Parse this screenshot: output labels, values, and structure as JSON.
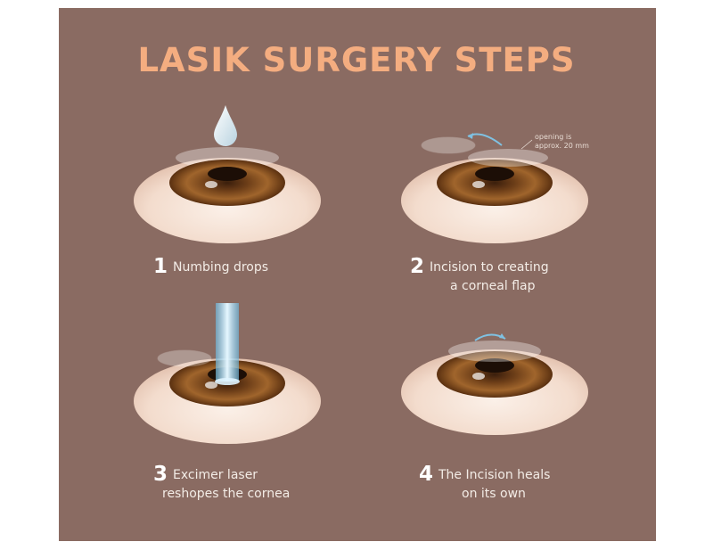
{
  "title": "LASIK SURGERY STEPS",
  "steps": [
    {
      "number": "1",
      "line1": "Numbing drops",
      "line2": ""
    },
    {
      "number": "2",
      "line1": "Incision to creating",
      "line2": "a corneal flap"
    },
    {
      "number": "3",
      "line1": "Excimer laser",
      "line2": "reshopes the cornea"
    },
    {
      "number": "4",
      "line1": "The Incision heals",
      "line2": "on its own"
    }
  ],
  "annotation": {
    "line1": "opening is",
    "line2": "approx. 20 mm"
  },
  "colors": {
    "background": "#8a6b62",
    "title": "#f4ad80",
    "eye_white": "#f6e4d8",
    "iris": "#8b5424",
    "laser": "#a8dcf2"
  },
  "icons": [
    "drop-icon",
    "flap-icon",
    "laser-beam-icon",
    "arrow-icon"
  ]
}
